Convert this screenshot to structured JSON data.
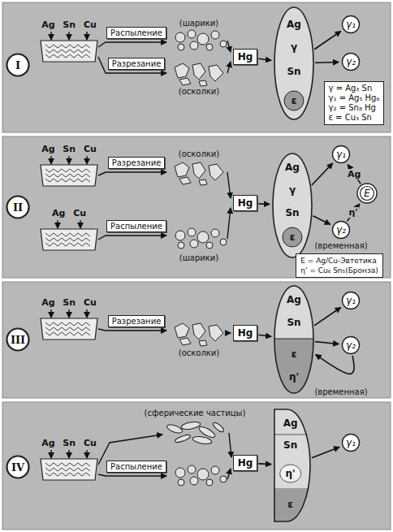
{
  "diagram": {
    "nodes": [
      {
        "text": [
          "I"
        ]
      },
      {
        "text": [
          "Ag Sn Cu"
        ]
      },
      {
        "text": [
          "Распыление"
        ]
      },
      {
        "text": [
          "Разрезание"
        ]
      },
      {
        "text": [
          "Hg"
        ]
      },
      {
        "text": [
          "Ag",
          "γ",
          "Sn",
          "ε"
        ]
      },
      {
        "text": [
          "γ₁"
        ]
      },
      {
        "text": [
          "γ₂"
        ]
      },
      {
        "text": [
          "γ = Ag₃ Sn",
          "γ₁ = Ag₅ Hg₆",
          "γ₂ = Sn₈ Hg",
          "ε = Cu₃ Sn"
        ]
      },
      {
        "text": [
          "II"
        ]
      },
      {
        "text": [
          "Ag Sn Cu"
        ]
      },
      {
        "text": [
          "Разрезание"
        ]
      },
      {
        "text": [
          "Ag Cu"
        ]
      },
      {
        "text": [
          "Распыление"
        ]
      },
      {
        "text": [
          "Hg"
        ]
      },
      {
        "text": [
          "Ag",
          "γ",
          "Sn",
          "ε"
        ]
      },
      {
        "text": [
          "γ₁"
        ]
      },
      {
        "text": [
          "E"
        ]
      },
      {
        "text": [
          "γ₂"
        ]
      },
      {
        "text": [
          "E = Ag/Cu-Эвтетика",
          "η' = Cu₆ Sn₅(Бронза)"
        ]
      },
      {
        "text": [
          "III"
        ]
      },
      {
        "text": [
          "Ag Sn Cu"
        ]
      },
      {
        "text": [
          "Разрезание"
        ]
      },
      {
        "text": [
          "Hg"
        ]
      },
      {
        "text": [
          "Ag",
          "Sn",
          "ε",
          "η'"
        ]
      },
      {
        "text": [
          "γ₁"
        ]
      },
      {
        "text": [
          "γ₂"
        ]
      },
      {
        "text": [
          "IV"
        ]
      },
      {
        "text": [
          "Ag Sn Cu"
        ]
      },
      {
        "text": [
          "Распыление"
        ]
      },
      {
        "text": [
          "Hg"
        ]
      },
      {
        "text": [
          "Ag",
          "Sn",
          "η'",
          "ε"
        ]
      },
      {
        "text": [
          "γ₁"
        ]
      }
    ],
    "edges": [
      {
        "from": 4,
        "to": 5,
        "arrow": "to"
      },
      {
        "from": 5,
        "to": 6,
        "arrow": "to"
      },
      {
        "from": 5,
        "to": 7,
        "arrow": "to"
      },
      {
        "from": 14,
        "to": 15,
        "arrow": "to"
      },
      {
        "from": 15,
        "to": 16,
        "arrow": "to"
      },
      {
        "from": 15,
        "to": 18,
        "arrow": "to"
      },
      {
        "from": 17,
        "to": 16,
        "label": "Ag",
        "arrow": "to"
      },
      {
        "from": 18,
        "to": 17,
        "label": "η'",
        "arrow": "to"
      },
      {
        "from": 23,
        "to": 24,
        "arrow": "to"
      },
      {
        "from": 24,
        "to": 25,
        "arrow": "to"
      },
      {
        "from": 24,
        "to": 26,
        "arrow": "to"
      },
      {
        "from": 26,
        "to": 24,
        "arrow": "to"
      },
      {
        "from": 30,
        "to": 31,
        "arrow": "to"
      },
      {
        "from": 31,
        "to": 32,
        "arrow": "to"
      }
    ],
    "labels": [
      "(шарики)",
      "(осколки)",
      "(осколки)",
      "(шарики)",
      "(временная)",
      "(осколки)",
      "(временная)",
      "(сферические частицы)"
    ]
  }
}
